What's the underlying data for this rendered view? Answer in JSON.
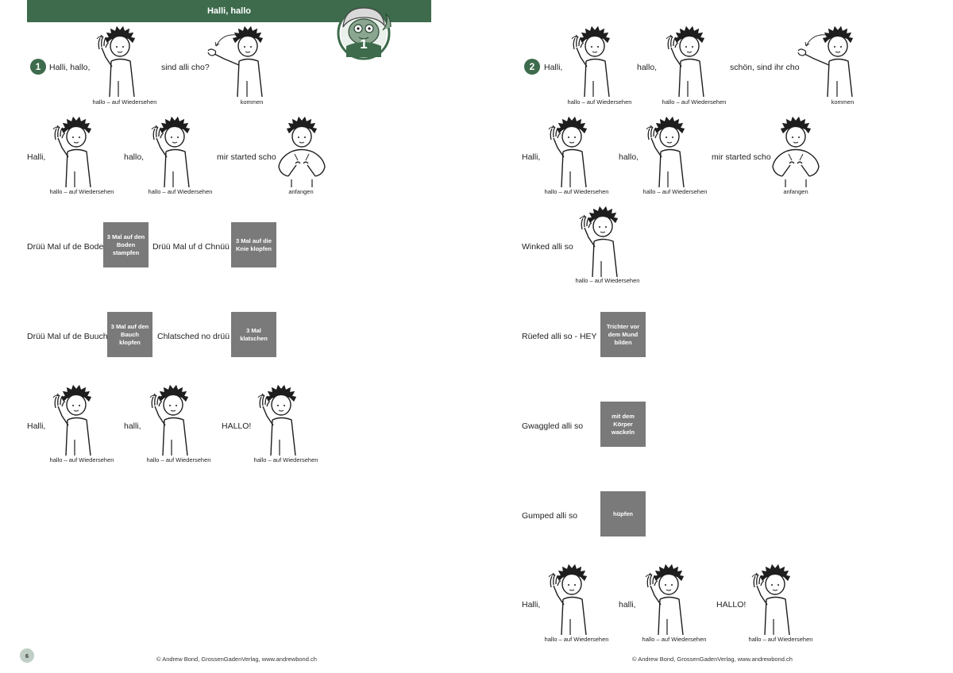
{
  "header": {
    "title": "Halli, hallo",
    "badge_number": "1"
  },
  "section1": {
    "number": "1",
    "row1": {
      "l1": "Halli, hallo,",
      "l2": "sind alli cho?",
      "c1": "hallo – auf Wiedersehen",
      "c2": "kommen"
    },
    "row2": {
      "l1": "Halli,",
      "l2": "hallo,",
      "l3": "mir started scho",
      "c1": "hallo – auf Wiedersehen",
      "c2": "hallo – auf Wiedersehen",
      "c3": "anfangen"
    },
    "row3": {
      "l1": "Drüü Mal uf de Bode.",
      "b1": "3 Mal auf den Boden stampfen",
      "l2": "Drüü Mal uf d Chnüü",
      "b2": "3 Mal auf die Knie klopfen"
    },
    "row4": {
      "l1": "Drüü Mal uf de Buuch.",
      "b1": "3 Mal auf den Bauch klopfen",
      "l2": "Chlatsched no drüü",
      "b2": "3 Mal klatschen"
    },
    "row5": {
      "l1": "Halli,",
      "l2": "halli,",
      "l3": "HALLO!",
      "c1": "hallo – auf Wiedersehen",
      "c2": "hallo – auf Wiedersehen",
      "c3": "hallo – auf Wiedersehen"
    }
  },
  "section2": {
    "number": "2",
    "row1": {
      "l1": "Halli,",
      "l2": "hallo,",
      "l3": "schön, sind ihr cho",
      "c1": "hallo – auf Wiedersehen",
      "c2": "hallo – auf Wiedersehen",
      "c3": "kommen"
    },
    "row2": {
      "l1": "Halli,",
      "l2": "hallo,",
      "l3": "mir started scho",
      "c1": "hallo – auf Wiedersehen",
      "c2": "hallo – auf Wiedersehen",
      "c3": "anfangen"
    },
    "row3": {
      "l1": "Winked alli so",
      "c1": "hallo – auf Wiedersehen"
    },
    "row4": {
      "l1": "Rüefed alli so - HEY",
      "b1": "Trichter vor dem Mund bilden"
    },
    "row5": {
      "l1": "Gwaggled alli so",
      "b1": "mit dem Körper wackeln"
    },
    "row6": {
      "l1": "Gumped alli so",
      "b1": "hüpfen"
    },
    "row7": {
      "l1": "Halli,",
      "l2": "halli,",
      "l3": "HALLO!",
      "c1": "hallo – auf Wiedersehen",
      "c2": "hallo – auf Wiedersehen",
      "c3": "hallo – auf Wiedersehen"
    }
  },
  "footer": {
    "page_number": "6",
    "copyright_left": "© Andrew Bond, GrossenGadenVerlag, www.andrewbond.ch",
    "copyright_right": "© Andrew Bond, GrossenGadenVerlag, www.andrewbond.ch"
  },
  "colors": {
    "accent_green": "#3d6b4c",
    "box_gray": "#7a7a7a"
  },
  "icons": {
    "figure_wave": "signing-figure-wave-icon",
    "figure_come": "signing-figure-come-icon",
    "figure_start": "signing-figure-start-icon",
    "mascot": "mascot-badge-icon"
  }
}
